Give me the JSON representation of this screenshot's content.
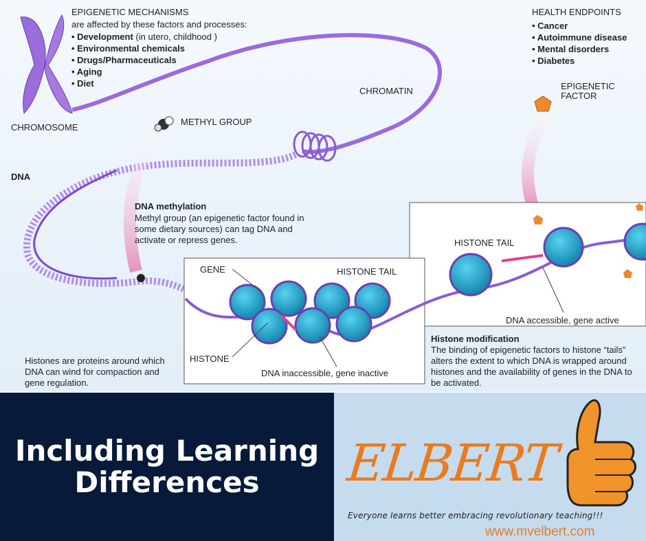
{
  "diagram": {
    "mechanisms_title": "EPIGENETIC MECHANISMS",
    "mechanisms_intro": "are affected by these factors and processes:",
    "mechanisms": [
      {
        "label": "Development",
        "note": " (in utero, childhood )"
      },
      {
        "label": "Environmental chemicals",
        "note": ""
      },
      {
        "label": "Drugs/Pharmaceuticals",
        "note": ""
      },
      {
        "label": "Aging",
        "note": ""
      },
      {
        "label": "Diet",
        "note": ""
      }
    ],
    "health_title": "HEALTH ENDPOINTS",
    "health": [
      "Cancer",
      "Autoimmune disease",
      "Mental disorders",
      "Diabetes"
    ],
    "chromosome": "CHROMOSOME",
    "chromatin": "CHROMATIN",
    "methyl_group": "METHYL GROUP",
    "epigenetic_factor_line1": "EPIGENETIC",
    "epigenetic_factor_line2": "FACTOR",
    "dna": "DNA",
    "methylation_title": "DNA methylation",
    "methylation_body": "Methyl group (an epigenetic factor found in some dietary sources) can tag DNA and activate or repress genes.",
    "gene": "GENE",
    "histone_tail_left": "HISTONE TAIL",
    "histone_tail_right": "HISTONE TAIL",
    "histone": "HISTONE",
    "inaccessible": "DNA inaccessible, gene inactive",
    "accessible": "DNA accessible, gene active",
    "histones_note": "Histones are proteins around which DNA can wind for compaction and gene regulation.",
    "modification_title": "Histone modification",
    "modification_body": "The binding of epigenetic factors to histone “tails” alters the extent to which DNA is wrapped around histones and the availability of genes in the DNA to be activated."
  },
  "banner": {
    "headline_line1": "Including Learning",
    "headline_line2": "Differences"
  },
  "logo": {
    "brand": "ELBERT",
    "tagline": "Everyone learns better embracing revolutionary teaching!!!",
    "url": "www.mvelbert.com"
  },
  "colors": {
    "navy": "#071a3a",
    "orange": "#e97c1e",
    "purple": "#8a5bd6",
    "teal": "#1aa3c9"
  }
}
